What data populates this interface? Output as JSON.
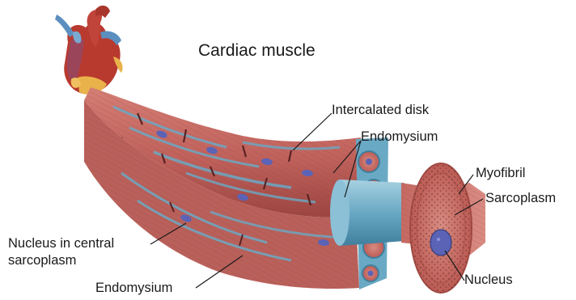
{
  "title": "Cardiac muscle",
  "labels": {
    "intercalated_disk": "Intercalated disk",
    "endomysium_top": "Endomysium",
    "myofibril": "Myofibril",
    "sarcoplasm": "Sarcoplasm",
    "nucleus_central_line1": "Nucleus in central",
    "nucleus_central_line2": "sarcoplasm",
    "endomysium_bottom": "Endomysium",
    "nucleus": "Nucleus"
  },
  "colors": {
    "muscle": "#c9706a",
    "muscle_dark": "#8e3b3a",
    "muscle_light": "#dc8d83",
    "endomysium": "#6aa9c4",
    "nucleus": "#5b63b6",
    "heart_red": "#b83a2f",
    "heart_blue": "#5b8fbf",
    "fat": "#e9b24a"
  }
}
